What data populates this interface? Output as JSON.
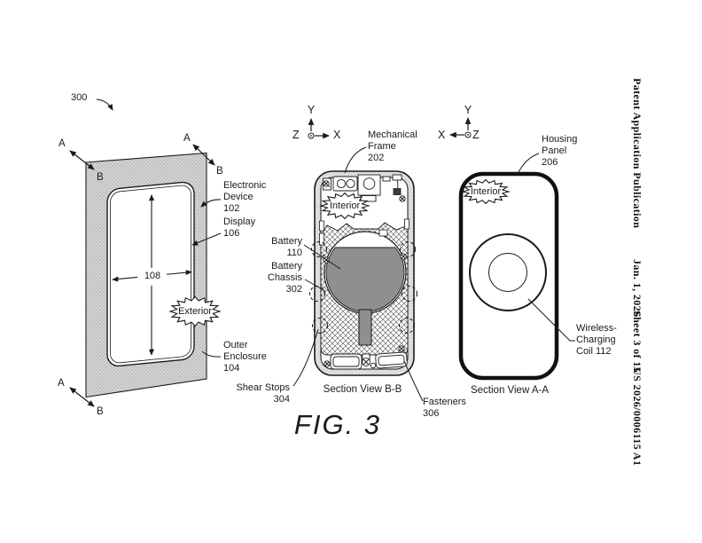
{
  "sidebar": {
    "publication": "Patent Application Publication",
    "date": "Jan. 1, 2026",
    "sheet": "Sheet 3 of 15",
    "patent_number": "US 2026/0006115 A1"
  },
  "figure": {
    "caption": "FIG. 3"
  },
  "perspective_view": {
    "reference_number": "300",
    "section_marks": {
      "a": "A",
      "b": "B"
    },
    "dimension": "108",
    "exterior_callout": "Exterior",
    "labels": {
      "electronic_device": "Electronic\nDevice\n102",
      "display": "Display\n106",
      "outer_enclosure": "Outer\nEnclosure\n104"
    }
  },
  "section_view_bb": {
    "caption": "Section View B-B",
    "axes": {
      "x": "X",
      "y": "Y",
      "z": "Z"
    },
    "interior_callout": "Interior",
    "labels": {
      "mechanical_frame": "Mechanical\nFrame\n202",
      "battery": "Battery\n110",
      "battery_chassis": "Battery\nChassis\n302",
      "shear_stops": "Shear Stops\n304",
      "fasteners": "Fasteners\n306"
    }
  },
  "section_view_aa": {
    "caption": "Section View A-A",
    "axes": {
      "x": "X",
      "y": "Y",
      "z": "Z"
    },
    "interior_callout": "Interior",
    "labels": {
      "housing_panel": "Housing\nPanel\n206",
      "wireless_charging_coil": "Wireless-\nCharging\nCoil 112"
    }
  },
  "colors": {
    "line": "#1a1a1a",
    "panel_fill": "#d3d3d3",
    "battery_fill": "#8f8f8f"
  }
}
